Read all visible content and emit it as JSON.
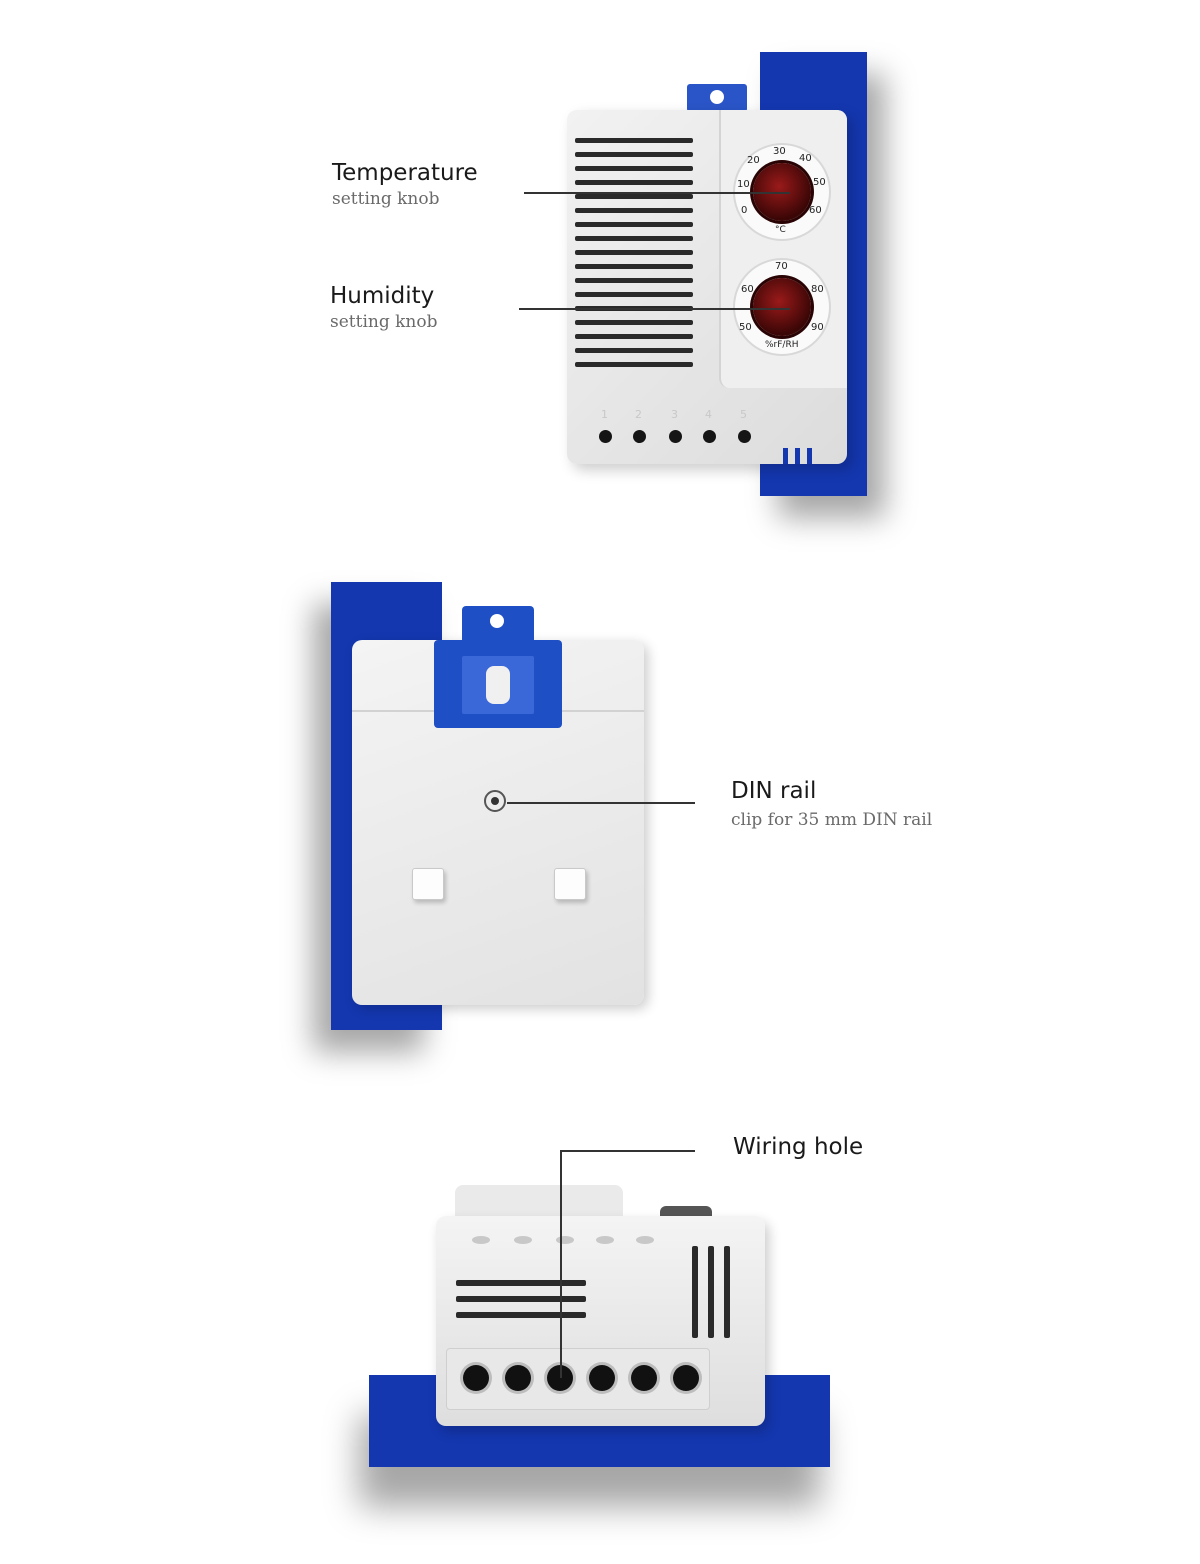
{
  "annotations": {
    "temperature": {
      "title": "Temperature",
      "subtitle": "setting knob"
    },
    "humidity": {
      "title": "Humidity",
      "subtitle": "setting knob"
    },
    "din_rail": {
      "title": "DIN rail",
      "subtitle": "clip for 35 mm DIN rail"
    },
    "wiring": {
      "title": "Wiring hole"
    }
  },
  "device": {
    "terminal_numbers": [
      "1",
      "2",
      "3",
      "4",
      "5"
    ],
    "temp_dial": {
      "ticks": [
        "0",
        "10",
        "20",
        "30",
        "40",
        "50",
        "60"
      ],
      "unit": "°C"
    },
    "humidity_dial": {
      "ticks": [
        "50",
        "60",
        "70",
        "80",
        "90"
      ],
      "unit": "%rF/RH"
    }
  },
  "colors": {
    "accent_blue": "#1437b0",
    "device_grey": "#e6e6e6",
    "knob_red": "#7a1010"
  }
}
